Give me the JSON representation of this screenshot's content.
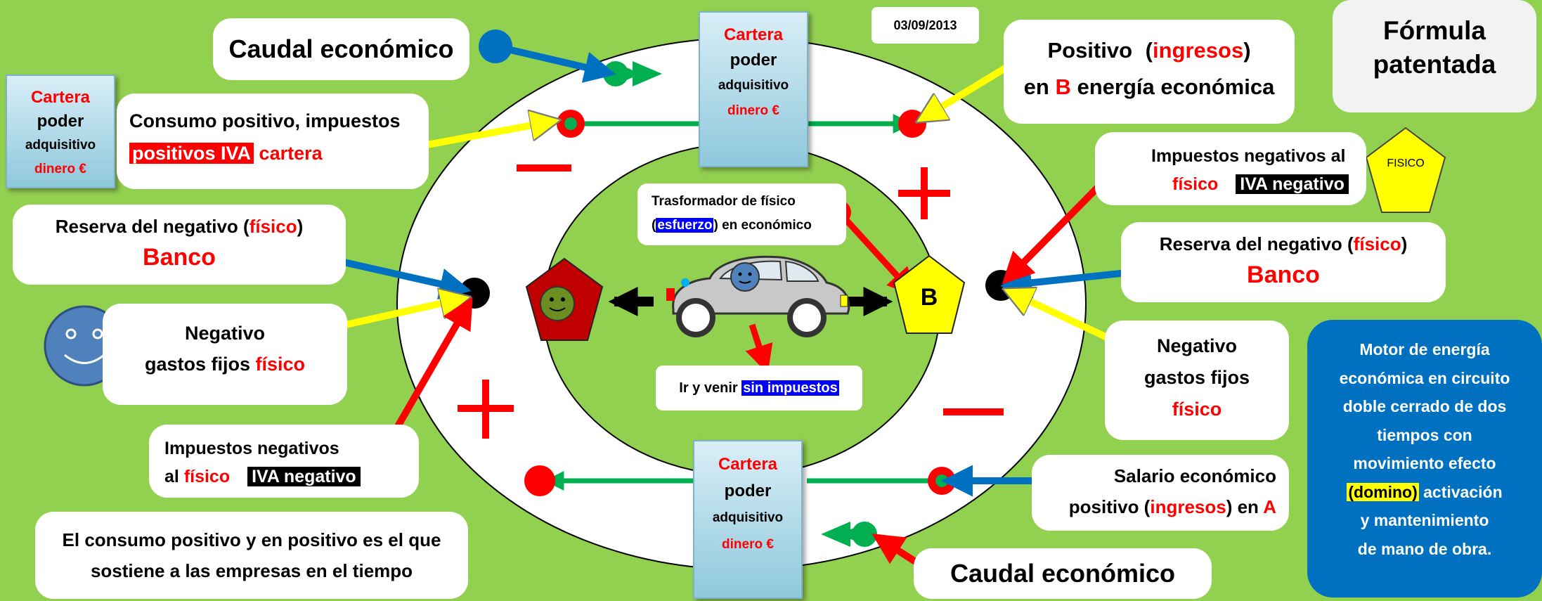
{
  "date": "03/09/2013",
  "formula": {
    "line1": "Fórmula",
    "line2": "patentada"
  },
  "caudal_top": "Caudal económico",
  "caudal_bottom": "Caudal económico",
  "wallet": {
    "line1": "Cartera",
    "line2": "poder",
    "line3": "adquisitivo",
    "line4": "dinero €"
  },
  "consumo": {
    "line1": "Consumo positivo, impuestos",
    "hl": "positivos IVA",
    "red": "cartera"
  },
  "positivo_b": {
    "a": "Positivo",
    "b": "(",
    "c": "ingresos",
    "d": ")",
    "e": "en",
    "f": "B",
    "g": "energía económica"
  },
  "imp_neg_right": {
    "line1": "Impuestos negativos al",
    "red": "físico",
    "black": "IVA negativo"
  },
  "fisico_shape": "FISICO",
  "reserva_left": {
    "pre": "Reserva del negativo (",
    "red": "físico",
    "post": ")",
    "banco": "Banco"
  },
  "reserva_right": {
    "pre": "Reserva del negativo (",
    "red": "físico",
    "post": ")",
    "banco": "Banco"
  },
  "negativo_left": {
    "line1": "Negativo",
    "line2": "gastos fijos",
    "red": "físico"
  },
  "negativo_right": {
    "line1": "Negativo",
    "line2": "gastos fijos",
    "red": "físico"
  },
  "imp_neg_left": {
    "line1": "Impuestos negativos",
    "pre": "al",
    "red": "físico",
    "black": "IVA negativo"
  },
  "consumo_bottom": {
    "line1": "El consumo positivo y en positivo es el que",
    "line2": "sostiene a las empresas en el tiempo"
  },
  "salario": {
    "line1": "Salario económico",
    "pre": "positivo (",
    "red": "ingresos",
    "mid": ") en",
    "A": "A"
  },
  "transformer": {
    "line1": "Trasformador de físico",
    "pre": "(",
    "hl": "esfuerzo",
    "post": ") en  económico"
  },
  "ir_venir": {
    "pre": "Ir y venir",
    "hl": "sin impuestos"
  },
  "b_label": "B",
  "motor": {
    "l1": "Motor de energía",
    "l2": "económica en circuito",
    "l3": "doble cerrado de dos",
    "l4": "tiempos con",
    "l5": "movimiento efecto",
    "hl": "(domino)",
    "l6b": "activación",
    "l7": "y mantenimiento",
    "l8": "de mano de obra."
  },
  "colors": {
    "background": "#92d050",
    "red": "#ff0000",
    "blue": "#0070c0",
    "yellow": "#ffff00",
    "green": "#00b050",
    "motor_box": "#0070c0"
  }
}
